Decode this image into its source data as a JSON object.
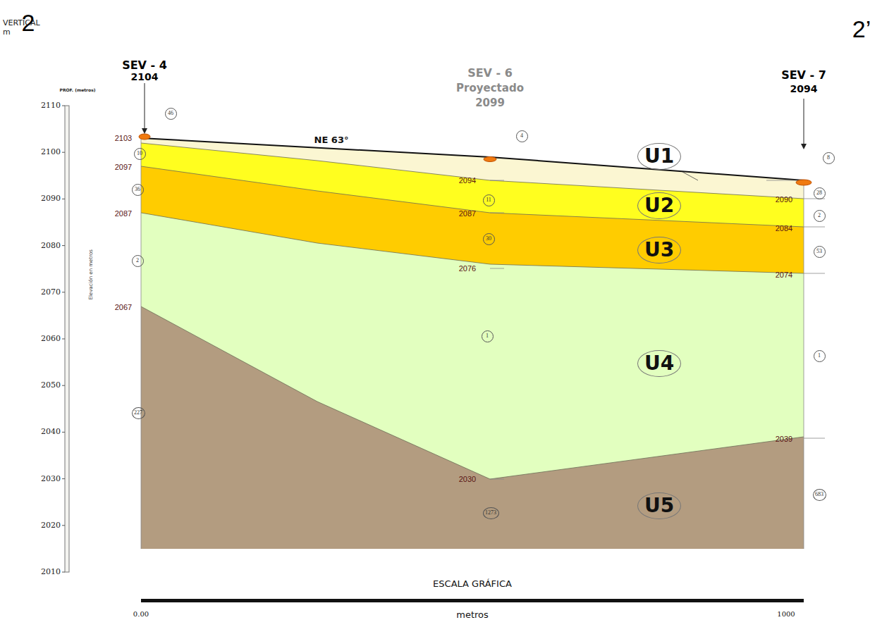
{
  "diagram": {
    "nodes": [
      {
        "text": [
          "46"
        ]
      },
      {
        "text": [
          "10"
        ]
      },
      {
        "text": [
          "36"
        ]
      },
      {
        "text": [
          "2"
        ]
      },
      {
        "text": [
          "227"
        ]
      },
      {
        "text": [
          "4"
        ]
      },
      {
        "text": [
          "11"
        ]
      },
      {
        "text": [
          "30"
        ]
      },
      {
        "text": [
          "1"
        ]
      },
      {
        "text": [
          "1273"
        ]
      },
      {
        "text": [
          "8"
        ]
      },
      {
        "text": [
          "28"
        ]
      },
      {
        "text": [
          "2"
        ]
      },
      {
        "text": [
          "53"
        ]
      },
      {
        "text": [
          "1"
        ]
      },
      {
        "text": [
          "683"
        ]
      },
      {
        "text": [
          "U1"
        ]
      },
      {
        "text": [
          "U2"
        ]
      },
      {
        "text": [
          "U3"
        ]
      },
      {
        "text": [
          "U4"
        ]
      },
      {
        "text": [
          "U5"
        ]
      }
    ],
    "labels": [
      "2",
      "2’",
      "VERTICAL",
      "m",
      "PROF. (metros)",
      "2110",
      "2100",
      "2090",
      "2080",
      "2070",
      "2060",
      "2050",
      "2040",
      "2030",
      "2020",
      "2010",
      "Elevación en metros",
      "SEV - 4",
      "2104",
      "SEV - 6",
      "Proyectado",
      "2099",
      "SEV - 7",
      "2094",
      "NE 63°",
      "2103",
      "2097",
      "2087",
      "2067",
      "2094",
      "2087",
      "2076",
      "2030",
      "2090",
      "2084",
      "2074",
      "2039",
      "ESCALA GRÁFICA",
      "0.00",
      "metros",
      "1000"
    ]
  }
}
